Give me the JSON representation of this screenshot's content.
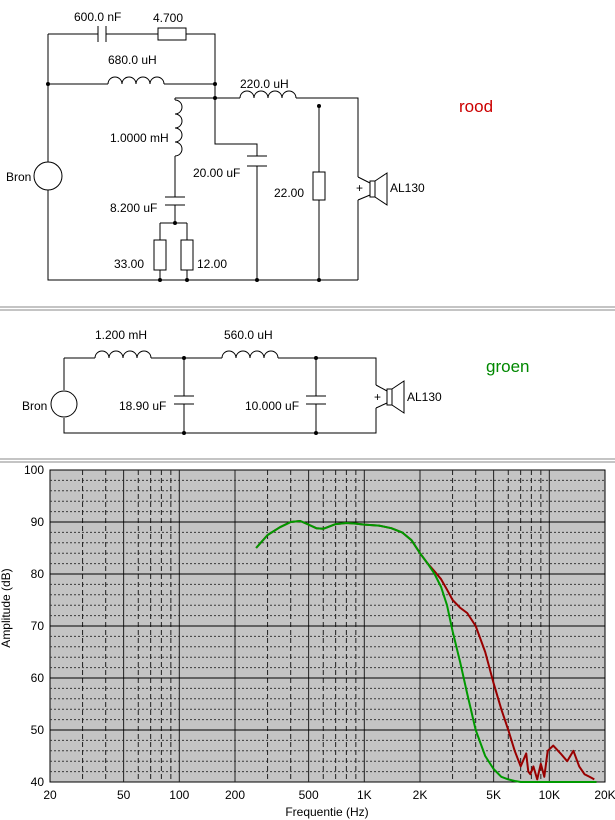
{
  "circuit_red": {
    "color_name": "rood",
    "color": "#cc0000",
    "source": "Bron",
    "speaker": "AL130",
    "plus": "+",
    "c_top": "600.0 nF",
    "r_top": "4.700",
    "l_top": "680.0 uH",
    "l_series": "220.0 uH",
    "l_shunt": "1.0000 mH",
    "c_shunt": "20.00 uF",
    "r_shunt": "22.00",
    "c_trap": "8.200 uF",
    "r_left": "33.00",
    "r_right": "12.00"
  },
  "circuit_green": {
    "color_name": "groen",
    "color": "#008800",
    "source": "Bron",
    "speaker": "AL130",
    "plus": "+",
    "l1": "1.200 mH",
    "l2": "560.0 uH",
    "c1": "18.90 uF",
    "c2": "10.000 uF"
  },
  "chart_data": {
    "type": "line",
    "xlabel": "Frequentie (Hz)",
    "ylabel": "Amplitude (dB)",
    "xscale": "log",
    "xlim": [
      20,
      20000
    ],
    "ylim": [
      40,
      100
    ],
    "grid": true,
    "xticks": [
      {
        "value": 20,
        "label": "20"
      },
      {
        "value": 50,
        "label": "50"
      },
      {
        "value": 100,
        "label": "100"
      },
      {
        "value": 200,
        "label": "200"
      },
      {
        "value": 500,
        "label": "500"
      },
      {
        "value": 1000,
        "label": "1K"
      },
      {
        "value": 2000,
        "label": "2K"
      },
      {
        "value": 5000,
        "label": "5K"
      },
      {
        "value": 10000,
        "label": "10K"
      },
      {
        "value": 20000,
        "label": "20K"
      }
    ],
    "yticks": [
      {
        "value": 40,
        "label": "40"
      },
      {
        "value": 50,
        "label": "50"
      },
      {
        "value": 60,
        "label": "60"
      },
      {
        "value": 70,
        "label": "70"
      },
      {
        "value": 80,
        "label": "80"
      },
      {
        "value": 90,
        "label": "90"
      },
      {
        "value": 100,
        "label": "100"
      }
    ],
    "series": [
      {
        "color": "#990000",
        "x": [
          260,
          300,
          350,
          400,
          450,
          500,
          550,
          600,
          700,
          800,
          900,
          1000,
          1200,
          1400,
          1600,
          1800,
          2000,
          2200,
          2400,
          2600,
          2800,
          3000,
          3300,
          3600,
          4000,
          4500,
          5000,
          5500,
          6000,
          6500,
          7000,
          7500,
          7700,
          7900,
          8200,
          8600,
          9000,
          9400,
          9800,
          10500,
          11500,
          12500,
          13500,
          14500,
          15500,
          16500,
          17500
        ],
        "y": [
          85,
          87.5,
          89,
          90,
          90.2,
          89.5,
          88.8,
          88.7,
          89.6,
          89.8,
          89.7,
          89.5,
          89.3,
          88.8,
          88,
          86.5,
          84,
          82,
          80.5,
          79,
          77,
          75,
          73.5,
          72.5,
          70,
          65,
          59,
          54,
          50,
          46,
          43,
          45.5,
          42,
          41.5,
          43,
          40.5,
          43.5,
          41,
          46,
          47,
          45.5,
          44,
          46,
          43,
          41.5,
          41,
          40.5
        ]
      },
      {
        "color": "#009900",
        "x": [
          260,
          300,
          350,
          400,
          450,
          500,
          550,
          600,
          700,
          800,
          900,
          1000,
          1200,
          1400,
          1600,
          1800,
          2000,
          2200,
          2400,
          2600,
          2800,
          3000,
          3300,
          3600,
          4000,
          4500,
          5000,
          5500,
          6000,
          6500,
          7000,
          7500,
          8000,
          10000,
          15000,
          18000
        ],
        "y": [
          85,
          87.5,
          89,
          90,
          90.2,
          89.5,
          88.8,
          88.7,
          89.6,
          89.8,
          89.7,
          89.5,
          89.3,
          88.8,
          88,
          86.5,
          84,
          82,
          80,
          77.5,
          74,
          69,
          63,
          57,
          50,
          45,
          42.5,
          41,
          40.5,
          40.2,
          40,
          40,
          40,
          40,
          40,
          40
        ]
      }
    ]
  }
}
